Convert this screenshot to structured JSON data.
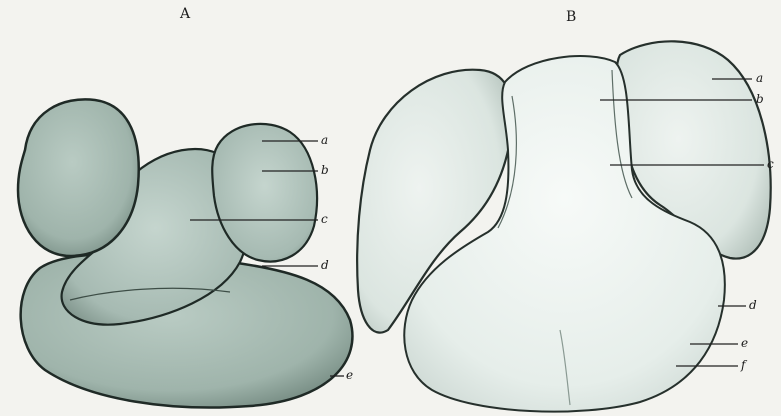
{
  "panels": [
    {
      "title": "A",
      "labels": [
        "a",
        "b",
        "c",
        "d",
        "e"
      ]
    },
    {
      "title": "B",
      "labels": [
        "a",
        "b",
        "c",
        "d",
        "e",
        "f"
      ]
    }
  ],
  "colors": {
    "background": "#f3f3ef",
    "lobe_dark_fill": "#9db3aa",
    "lobe_light_fill": "#e4ece8",
    "outline": "#1f2a26"
  }
}
